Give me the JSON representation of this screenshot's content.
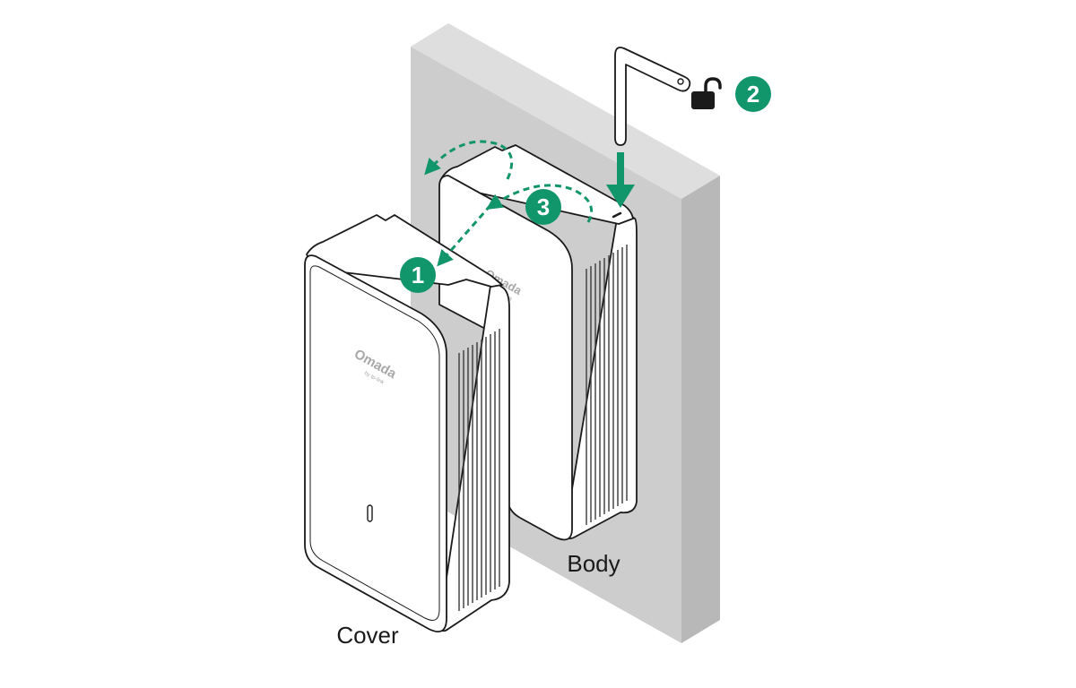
{
  "labels": {
    "body": "Body",
    "cover": "Cover"
  },
  "steps": [
    {
      "number": "1"
    },
    {
      "number": "2"
    },
    {
      "number": "3"
    }
  ],
  "brand": {
    "name": "Omada",
    "sub": "by tp-link"
  },
  "icons": {
    "unlock": "unlock-icon",
    "tool": "l-key-tool-icon",
    "arrow": "down-arrow-icon"
  },
  "colors": {
    "accent": "#11956a",
    "wall_front": "#cdcdcd",
    "wall_side": "#b8b8b8",
    "wall_top": "#dedede",
    "device": "#ffffff",
    "outline": "#1a1a1a"
  }
}
